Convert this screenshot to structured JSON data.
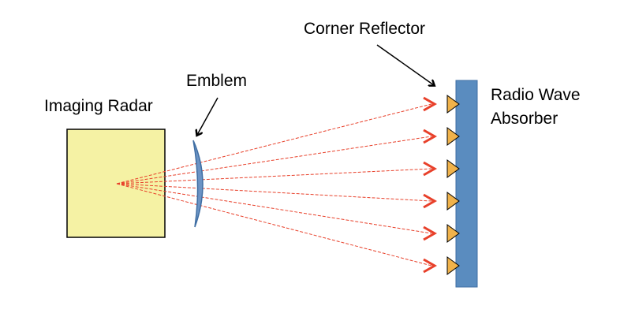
{
  "labels": {
    "imaging_radar": "Imaging Radar",
    "emblem": "Emblem",
    "corner_reflector": "Corner Reflector",
    "radio_wave_absorber_line1": "Radio Wave",
    "radio_wave_absorber_line2": "Absorber"
  },
  "colors": {
    "radar_fill": "#f5f2a4",
    "radar_stroke": "#000000",
    "emblem_fill": "#6b93c4",
    "emblem_stroke": "#3f6ea3",
    "ray_color": "#e8402a",
    "absorber_fill": "#5a8cbf",
    "absorber_stroke": "#3f6ea3",
    "reflector_fill": "#f0b24a",
    "reflector_stroke": "#000000",
    "pointer_color": "#000000"
  },
  "reflector_count": 6,
  "icons": {
    "radar": "square-box-icon",
    "emblem": "curved-lens-icon",
    "reflector": "triangle-icon",
    "ray_arrow": "arrow-icon"
  }
}
